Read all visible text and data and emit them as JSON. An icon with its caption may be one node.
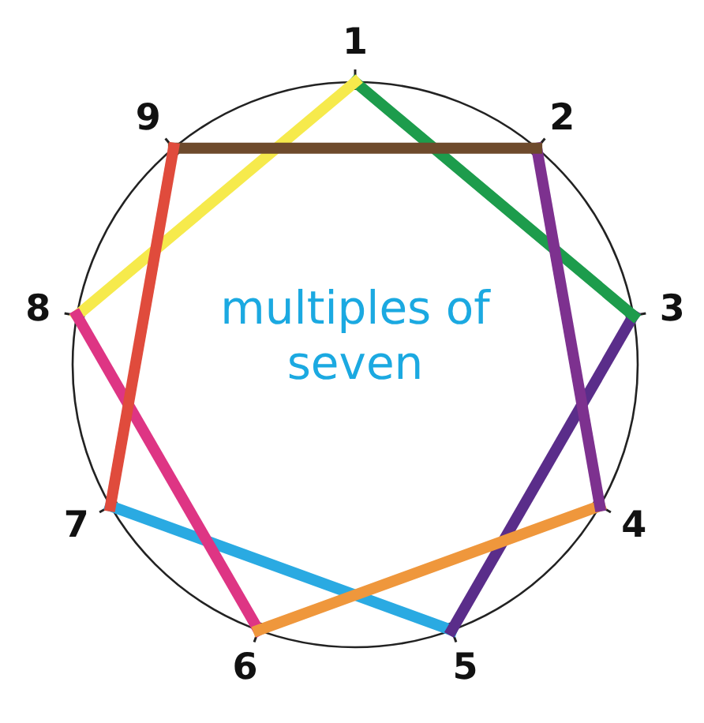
{
  "diagram": {
    "nodes": [
      {
        "text": [
          "1"
        ]
      },
      {
        "text": [
          "2"
        ]
      },
      {
        "text": [
          "3"
        ]
      },
      {
        "text": [
          "4"
        ]
      },
      {
        "text": [
          "5"
        ]
      },
      {
        "text": [
          "6"
        ]
      },
      {
        "text": [
          "7"
        ]
      },
      {
        "text": [
          "8"
        ]
      },
      {
        "text": [
          "9"
        ]
      }
    ],
    "edges": [
      {
        "from": 6,
        "to": 4,
        "arrow": "none",
        "color": "#2aaae2"
      },
      {
        "from": 4,
        "to": 2,
        "arrow": "none",
        "color": "#5a2d8a"
      },
      {
        "from": 2,
        "to": 0,
        "arrow": "none",
        "color": "#1d9c4c"
      },
      {
        "from": 0,
        "to": 7,
        "arrow": "none",
        "color": "#f6ea4c"
      },
      {
        "from": 7,
        "to": 5,
        "arrow": "none",
        "color": "#de3584"
      },
      {
        "from": 5,
        "to": 3,
        "arrow": "none",
        "color": "#ef973c"
      },
      {
        "from": 3,
        "to": 1,
        "arrow": "none",
        "color": "#7d318f"
      },
      {
        "from": 1,
        "to": 8,
        "arrow": "none",
        "color": "#6e4a2c"
      },
      {
        "from": 8,
        "to": 6,
        "arrow": "none",
        "color": "#e04b3c"
      }
    ],
    "labels": [
      "multiples of seven"
    ]
  }
}
